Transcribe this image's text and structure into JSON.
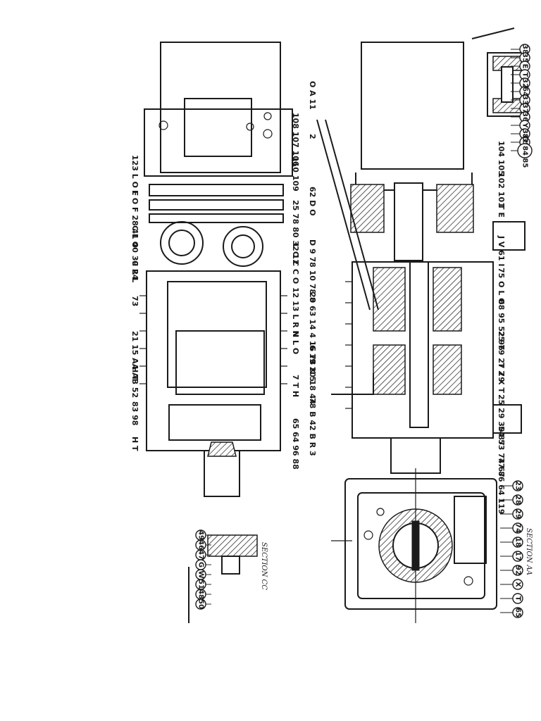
{
  "drawing": {
    "section_labels": {
      "aa": "SECTION AA",
      "cc": "SECTION CC"
    },
    "left_rows": [
      {
        "id": "r1",
        "text": "123  L O F"
      },
      {
        "id": "r2",
        "text": "L O F  28 41 40 39 24"
      },
      {
        "id": "r3",
        "text": "C L O"
      },
      {
        "id": "r4",
        "text": "C R L"
      },
      {
        "id": "r5",
        "text": "73"
      },
      {
        "id": "r6",
        "text": "21 15 AA AB 52"
      },
      {
        "id": "r7",
        "text": "H T"
      },
      {
        "id": "r8",
        "text": "83 98"
      },
      {
        "id": "r9",
        "text": "H T"
      }
    ],
    "mid_rows": [
      {
        "id": "m1",
        "text": "108 107 106"
      },
      {
        "id": "m2",
        "text": "110 109"
      },
      {
        "id": "m3",
        "text": "25 78 80 32 12"
      },
      {
        "id": "m4",
        "text": "L O C  C O"
      },
      {
        "id": "m5",
        "text": "12 13  L R N"
      },
      {
        "id": "m6",
        "text": "N L O"
      },
      {
        "id": "m7",
        "text": "7  T H"
      },
      {
        "id": "m8",
        "text": "65 64 96 88"
      }
    ],
    "center_rows": [
      {
        "id": "c1",
        "text": "O A 11"
      },
      {
        "id": "c2",
        "text": "2"
      },
      {
        "id": "c3",
        "text": "62  D O"
      },
      {
        "id": "c4",
        "text": "D 9 78 10 78 8"
      },
      {
        "id": "c5",
        "text": "20 63 14 4 16 78 K 5"
      },
      {
        "id": "c6",
        "text": "6 19 20 18 44"
      },
      {
        "id": "c7",
        "text": "78 B  42 B R  3"
      }
    ],
    "right_rows": [
      {
        "id": "t1",
        "text": "104 105"
      },
      {
        "id": "t2",
        "text": "102 101"
      },
      {
        "id": "t3",
        "text": "T E"
      },
      {
        "id": "t4",
        "text": "J V 61 I"
      },
      {
        "id": "t5",
        "text": "75 O L O"
      },
      {
        "id": "t6",
        "text": "68 95 52 96"
      },
      {
        "id": "t7",
        "text": "25 79 27 79"
      },
      {
        "id": "t8",
        "text": "T Z X T"
      },
      {
        "id": "t9",
        "text": "25 29 30 87"
      },
      {
        "id": "t10",
        "text": "54 53 74 67"
      },
      {
        "id": "t11",
        "text": "77 86 64 119"
      }
    ],
    "top_detail": [
      {
        "id": "d38",
        "text": "38"
      },
      {
        "id": "d35",
        "text": "35"
      },
      {
        "id": "dE",
        "text": "E"
      },
      {
        "id": "dT",
        "text": "T"
      },
      {
        "id": "d32",
        "text": "32"
      },
      {
        "id": "d64",
        "text": "64"
      },
      {
        "id": "d33",
        "text": "33"
      },
      {
        "id": "d37",
        "text": "37"
      },
      {
        "id": "d36",
        "text": "36"
      },
      {
        "id": "dY",
        "text": "Y"
      },
      {
        "id": "d31",
        "text": "31"
      },
      {
        "id": "d35b",
        "text": "35"
      },
      {
        "id": "d82",
        "text": "82 84 85"
      }
    ],
    "bottom_right": [
      {
        "id": "b23",
        "text": "23"
      },
      {
        "id": "b28",
        "text": "28"
      },
      {
        "id": "b29",
        "text": "29"
      },
      {
        "id": "b74",
        "text": "74"
      },
      {
        "id": "b18",
        "text": "18"
      },
      {
        "id": "b17",
        "text": "17"
      },
      {
        "id": "b92",
        "text": "92"
      },
      {
        "id": "bX",
        "text": "X"
      },
      {
        "id": "bT",
        "text": "T"
      },
      {
        "id": "b65",
        "text": "65"
      }
    ],
    "bottom_left": [
      {
        "id": "e49",
        "text": "49"
      },
      {
        "id": "e46",
        "text": "46"
      },
      {
        "id": "e47",
        "text": "47"
      },
      {
        "id": "eG",
        "text": "G"
      },
      {
        "id": "eW",
        "text": "W"
      },
      {
        "id": "e51",
        "text": "51"
      },
      {
        "id": "e48",
        "text": "48"
      },
      {
        "id": "e50",
        "text": "50"
      }
    ]
  }
}
